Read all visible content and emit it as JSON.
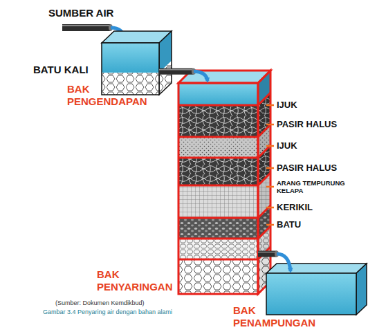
{
  "diagram": {
    "caption": "Gambar 3.4 Penyaring air dengan bahan alami",
    "nodes": [
      {
        "text": [
          "BAK PENGENDAPAN"
        ]
      },
      {
        "text": [
          "BAK PENYARINGAN"
        ]
      },
      {
        "text": [
          "BAK PENAMPUNGAN"
        ]
      }
    ],
    "edges": [
      {
        "from": 0,
        "to": 1,
        "arrow": "to"
      },
      {
        "from": 1,
        "to": 2,
        "arrow": "to"
      }
    ],
    "labels": [
      "SUMBER AIR",
      "BATU KALI",
      "IJUK",
      "PASIR HALUS",
      "IJUK",
      "PASIR HALUS",
      "ARANG TEMPURUNG KELAPA",
      "KERIKIL",
      "BATU",
      "(Sumber: Dokumen Kemdikbud)"
    ]
  }
}
